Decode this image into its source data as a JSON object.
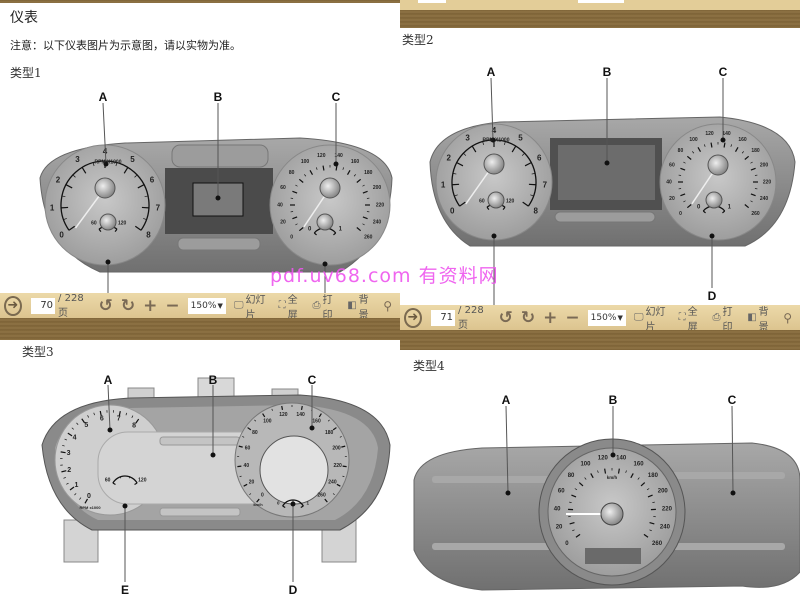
{
  "page1": {
    "title": "仪表",
    "note": "注意：以下仪表图片为示意图，请以实物为准。",
    "type_label": "类型1"
  },
  "page2": {
    "type_label": "类型2"
  },
  "page3": {
    "type_label": "类型3"
  },
  "page4": {
    "type_label": "类型4"
  },
  "toolbar1": {
    "page": "70",
    "total": "/ 228页",
    "zoom": "150%",
    "slideshow": "幻灯片",
    "fullscreen": "全屏",
    "print": "打印",
    "background": "背景"
  },
  "toolbar2": {
    "page": "71",
    "total": "/ 228页",
    "zoom": "150%",
    "slideshow": "幻灯片",
    "fullscreen": "全屏",
    "print": "打印",
    "background": "背景"
  },
  "watermark": "pdf.uv68.com  有资料网",
  "clusters": {
    "type1": {
      "callouts": [
        "A",
        "B",
        "C"
      ],
      "tach_unit": "RPM X1000",
      "tach": [
        "0",
        "1",
        "2",
        "3",
        "4",
        "5",
        "6",
        "7",
        "8"
      ],
      "speedo": [
        "0",
        "20",
        "40",
        "60",
        "80",
        "100",
        "120",
        "140",
        "160",
        "180",
        "200",
        "220",
        "240",
        "260"
      ],
      "temp": [
        "60",
        "120"
      ],
      "fuel": [
        "0",
        "1"
      ]
    },
    "type2": {
      "callouts": [
        "A",
        "B",
        "C",
        "D"
      ],
      "tach_unit": "RPM X1000",
      "tach": [
        "0",
        "1",
        "2",
        "3",
        "4",
        "5",
        "6",
        "7",
        "8"
      ],
      "speedo": [
        "0",
        "20",
        "40",
        "60",
        "80",
        "100",
        "120",
        "140",
        "160",
        "180",
        "200",
        "220",
        "240",
        "260"
      ],
      "temp": [
        "60",
        "120"
      ],
      "fuel": [
        "0",
        "1"
      ]
    },
    "type3": {
      "callouts": [
        "A",
        "B",
        "C",
        "D",
        "E"
      ],
      "tach_unit": "RPM x1000",
      "tach": [
        "0",
        "1",
        "2",
        "3",
        "4",
        "5",
        "6",
        "7",
        "8"
      ],
      "speedo": [
        "0",
        "20",
        "40",
        "60",
        "80",
        "100",
        "120",
        "140",
        "160",
        "180",
        "200",
        "220",
        "240",
        "260"
      ],
      "speed_unit": "km/h",
      "temp": [
        "60",
        "120"
      ],
      "fuel": [
        "0",
        "1"
      ]
    },
    "type4": {
      "callouts": [
        "A",
        "B",
        "C"
      ],
      "speed_unit": "km/h",
      "speedo": [
        "0",
        "20",
        "40",
        "60",
        "80",
        "100",
        "120",
        "140",
        "160",
        "180",
        "200",
        "220",
        "240",
        "260"
      ]
    }
  }
}
